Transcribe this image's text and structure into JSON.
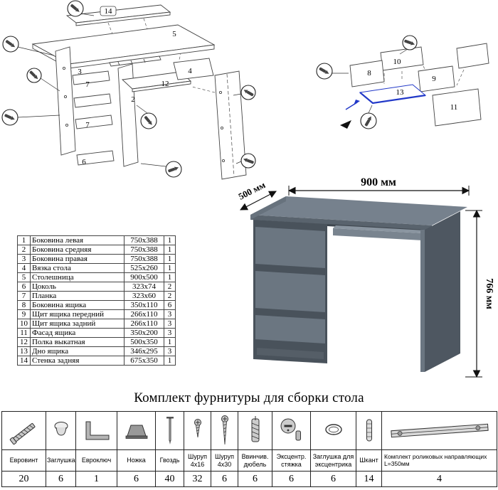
{
  "title": "Комплект фурнитуры для сборки стола",
  "desk": {
    "dim_width": "900 мм",
    "dim_depth": "500 мм",
    "dim_height": "766 мм"
  },
  "exploded_main": {
    "labels": {
      "l14": "14",
      "l5": "5",
      "l3": "3",
      "l7a": "7",
      "l7b": "7",
      "l6": "6",
      "l2": "2",
      "l12": "12",
      "l4": "4"
    }
  },
  "exploded_drawer": {
    "labels": {
      "l10": "10",
      "l8": "8",
      "l9": "9",
      "l13": "13",
      "l11": "11"
    }
  },
  "parts_table": {
    "rows": [
      {
        "n": "1",
        "name": "Боковина левая",
        "size": "750x388",
        "qty": "1"
      },
      {
        "n": "2",
        "name": "Боковина средняя",
        "size": "750x388",
        "qty": "1"
      },
      {
        "n": "3",
        "name": "Боковина правая",
        "size": "750x388",
        "qty": "1"
      },
      {
        "n": "4",
        "name": "Вязка стола",
        "size": "525x260",
        "qty": "1"
      },
      {
        "n": "5",
        "name": "Столешница",
        "size": "900x500",
        "qty": "1"
      },
      {
        "n": "6",
        "name": "Цоколь",
        "size": "323x74",
        "qty": "2"
      },
      {
        "n": "7",
        "name": "Планка",
        "size": "323x60",
        "qty": "2"
      },
      {
        "n": "8",
        "name": "Боковина ящика",
        "size": "350x110",
        "qty": "6"
      },
      {
        "n": "9",
        "name": "Щит ящика передний",
        "size": "266x110",
        "qty": "3"
      },
      {
        "n": "10",
        "name": "Щит ящика задний",
        "size": "266x110",
        "qty": "3"
      },
      {
        "n": "11",
        "name": "Фасад ящика",
        "size": "350x200",
        "qty": "3"
      },
      {
        "n": "12",
        "name": "Полка выкатная",
        "size": "500x350",
        "qty": "1"
      },
      {
        "n": "13",
        "name": "Дно ящика",
        "size": "346x295",
        "qty": "3"
      },
      {
        "n": "14",
        "name": "Стенка задняя",
        "size": "675x350",
        "qty": "1"
      }
    ]
  },
  "hardware": {
    "items": [
      {
        "icon": "euroscrew-icon",
        "name": "Евровинт",
        "qty": "20"
      },
      {
        "icon": "cap-icon",
        "name": "Заглушка",
        "qty": "6"
      },
      {
        "icon": "hexkey-icon",
        "name": "Евроключ",
        "qty": "1"
      },
      {
        "icon": "foot-icon",
        "name": "Ножка",
        "qty": "6"
      },
      {
        "icon": "nail-icon",
        "name": "Гвоздь",
        "qty": "40"
      },
      {
        "icon": "screw-4x16-icon",
        "name": "Шуруп 4x16",
        "qty": "32"
      },
      {
        "icon": "screw-4x30-icon",
        "name": "Шуруп 4x30",
        "qty": "6"
      },
      {
        "icon": "dowel-screw-icon",
        "name": "Ввинчив. дюбель",
        "qty": "6"
      },
      {
        "icon": "camlock-icon",
        "name": "Эксцентр. стяжка",
        "qty": "6"
      },
      {
        "icon": "camcap-icon",
        "name": "Заглушка для эксцентрика",
        "qty": "6"
      },
      {
        "icon": "dowel-icon",
        "name": "Шкант",
        "qty": "14"
      },
      {
        "icon": "rail-icon",
        "name": "Комплект роликовых направляющих L=350мм",
        "qty": "4"
      }
    ]
  }
}
